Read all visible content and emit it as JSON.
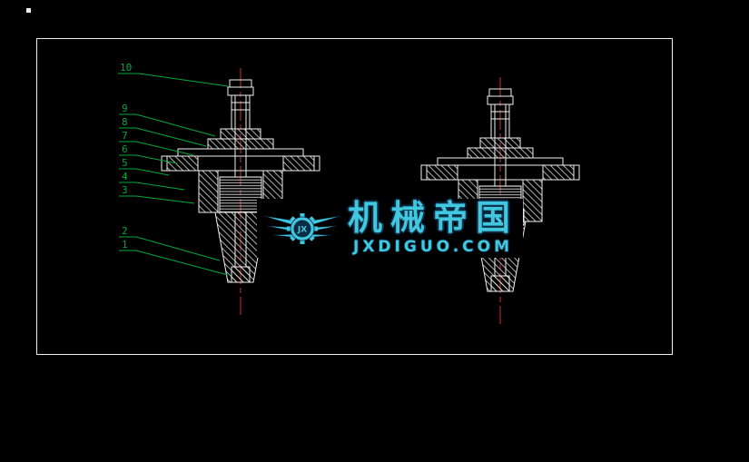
{
  "scene": {
    "background_color": "#000000",
    "frame_border_color": "#f0f0f0"
  },
  "drawing": {
    "outline_color": "#f0f0f0",
    "centerline_color": "#c23232",
    "annotation_color": "#00a83c",
    "part_labels": [
      "10",
      "9",
      "8",
      "7",
      "6",
      "5",
      "4",
      "3",
      "2",
      "1"
    ]
  },
  "watermark": {
    "monogram": "JX",
    "title": "机械帝国",
    "url": "JXDIGUO.COM",
    "accent_color": "#41c7de",
    "outline_color": "#0a2c44"
  }
}
